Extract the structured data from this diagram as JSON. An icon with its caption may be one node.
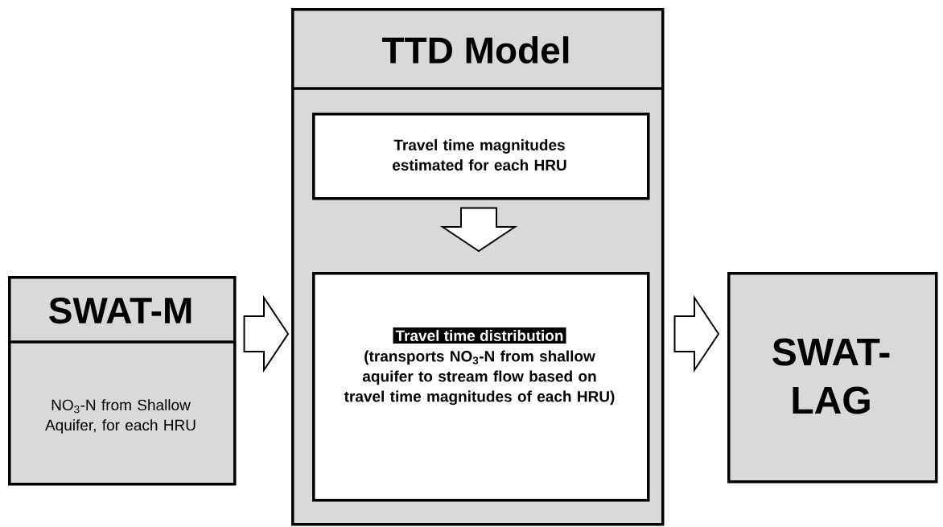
{
  "diagram": {
    "nodes": [
      {
        "text": [
          "SWAT-M",
          "NO$_{3}$-N from Shallow Aquifer, for each HRU"
        ]
      },
      {
        "text": [
          "TTD Model"
        ]
      },
      {
        "text": [
          "Travel time magnitudes estimated for each HRU"
        ],
        "in": 1
      },
      {
        "text": [
          "Travel time distribution",
          "(transports NO$_{3}$-N from shallow aquifer to stream flow based on travel time magnitudes of each HRU)"
        ],
        "in": 1
      },
      {
        "text": [
          "SWAT-LAG"
        ]
      }
    ],
    "edges": [
      {
        "from": 0,
        "to": 1,
        "arrow": "to"
      },
      {
        "from": 2,
        "to": 3,
        "arrow": "to"
      },
      {
        "from": 1,
        "to": 4,
        "arrow": "to"
      }
    ]
  }
}
